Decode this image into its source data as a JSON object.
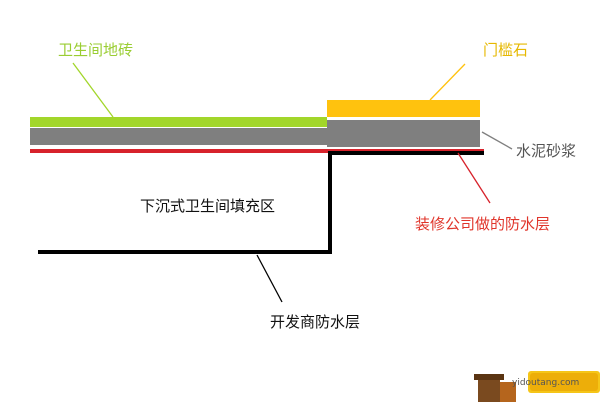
{
  "diagram": {
    "labels": {
      "tile": "卫生间地砖",
      "threshold": "门槛石",
      "mortar": "水泥砂浆",
      "fill_zone": "下沉式卫生间填充区",
      "decor_waterproof": "装修公司做的防水层",
      "dev_waterproof": "开发商防水层"
    },
    "colors": {
      "tile": "#a2d62a",
      "threshold": "#ffc20e",
      "mortar": "#7f7f7f",
      "decor_waterproof": "#d7222b",
      "dev_waterproof": "#000000",
      "tile_label": "#9acd32",
      "threshold_label": "#e6b800",
      "mortar_label": "#555555",
      "decor_waterproof_label": "#e0352b",
      "text": "#111111"
    },
    "watermark": {
      "url_text": "yidoutang.com"
    }
  }
}
